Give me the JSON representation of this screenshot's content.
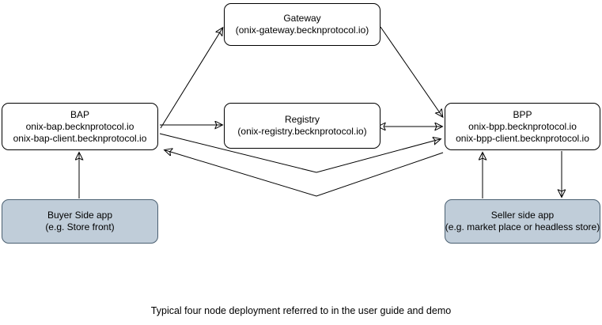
{
  "diagram": {
    "nodes": {
      "gateway": {
        "lines": [
          "Gateway",
          "(onix-gateway.becknprotocol.io)"
        ]
      },
      "bap": {
        "lines": [
          "BAP",
          "onix-bap.becknprotocol.io",
          "onix-bap-client.becknprotocol.io"
        ]
      },
      "registry": {
        "lines": [
          "Registry",
          "(onix-registry.becknprotocol.io)"
        ]
      },
      "bpp": {
        "lines": [
          "BPP",
          "onix-bpp.becknprotocol.io",
          "onix-bpp-client.becknprotocol.io"
        ]
      },
      "buyer_app": {
        "lines": [
          "Buyer Side app",
          "(e.g. Store front)"
        ]
      },
      "seller_app": {
        "lines": [
          "Seller side app",
          "(e.g. market place or headless store)"
        ]
      }
    },
    "caption": "Typical four node deployment referred to in the user guide and demo",
    "colors": {
      "node_fill": "#ffffff",
      "node_border": "#000000",
      "app_fill": "#c0cdd9",
      "app_border": "#4a5f71",
      "arrow": "#000000"
    }
  }
}
